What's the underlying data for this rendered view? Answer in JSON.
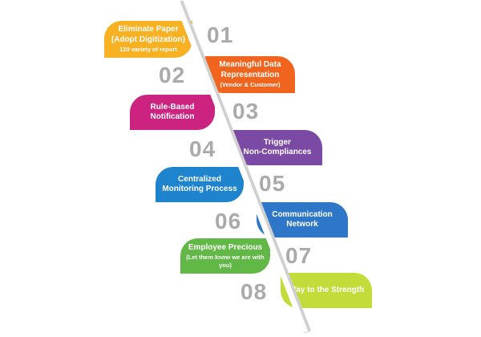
{
  "steps": [
    {
      "number": "01",
      "title_lines": [
        "Eliminate Paper",
        "(Adopt Digitization)"
      ],
      "sub": "120 variety of report",
      "color": "#f7b122"
    },
    {
      "number": "02",
      "title_lines": [
        "Meaningful Data",
        "Representation"
      ],
      "sub": "(Vendor & Customer)",
      "color": "#f0641e"
    },
    {
      "number": "03",
      "title_lines": [
        "Rule-Based",
        "Notification"
      ],
      "sub": "",
      "color": "#cb237f"
    },
    {
      "number": "04",
      "title_lines": [
        "Trigger",
        "Non-Compliances"
      ],
      "sub": "",
      "color": "#7a4aa5"
    },
    {
      "number": "05",
      "title_lines": [
        "Centralized",
        "Monitoring Process"
      ],
      "sub": "",
      "color": "#1e84cd"
    },
    {
      "number": "06",
      "title_lines": [
        "Communication",
        "Network"
      ],
      "sub": "",
      "color": "#2e77c8"
    },
    {
      "number": "07",
      "title_lines": [
        "Employee Precious"
      ],
      "sub": "(Let them know we are with you)",
      "color": "#62b847"
    },
    {
      "number": "08",
      "title_lines": [
        "Play to the Strength"
      ],
      "sub": "",
      "color": "#c4dc3a"
    }
  ]
}
